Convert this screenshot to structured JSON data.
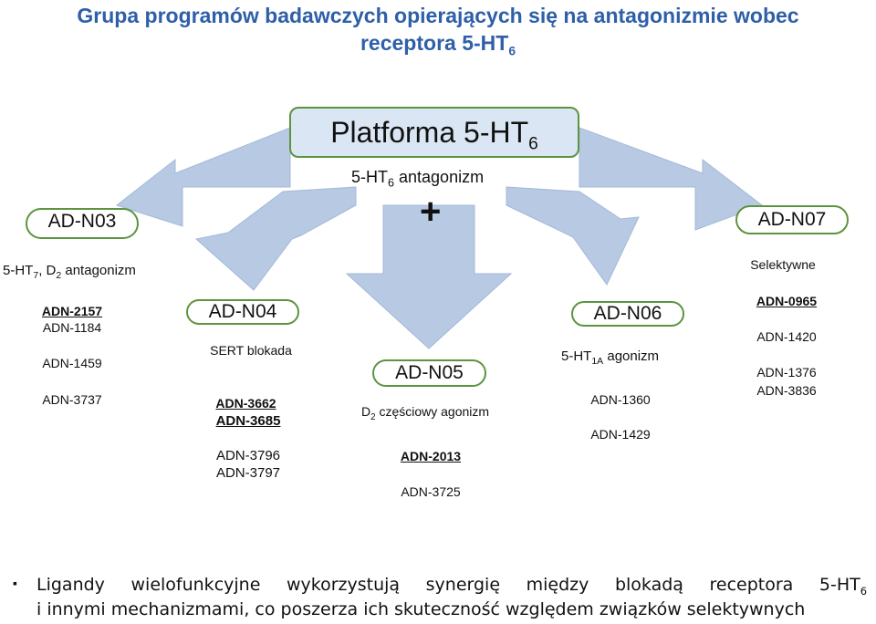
{
  "title": {
    "line1": "Grupa programów badawczych opierających się na antagonizmie wobec",
    "line2_main": "receptora 5-HT",
    "line2_sub": "6"
  },
  "platform": {
    "label_main": "Platforma 5-HT",
    "label_sub": "6"
  },
  "center": {
    "antag_main": "5-HT",
    "antag_sub": "6",
    "antag_rest": " antagonizm",
    "plus": "+"
  },
  "groups": {
    "n03": {
      "name": "AD-N03",
      "desc_a": "5-HT",
      "desc_sub1": "7",
      "desc_b": ", D",
      "desc_sub2": "2",
      "desc_c": " antagonizm",
      "items": [
        "ADN-2157",
        "ADN-1184",
        "ADN-1459",
        "ADN-3737"
      ]
    },
    "n04": {
      "name": "AD-N04",
      "desc": "SERT blokada",
      "items": [
        "ADN-3662",
        "ADN-3685",
        "ADN-3796",
        "ADN-3797"
      ]
    },
    "n05": {
      "name": "AD-N05",
      "desc_a": "D",
      "desc_sub": "2",
      "desc_b": " częściowy agonizm",
      "items": [
        "ADN-2013",
        "ADN-3725"
      ]
    },
    "n06": {
      "name": "AD-N06",
      "desc_a": "5-HT",
      "desc_sub": "1A",
      "desc_b": " agonizm",
      "items": [
        "ADN-1360",
        "ADN-1429"
      ]
    },
    "n07": {
      "name": "AD-N07",
      "desc": "Selektywne",
      "items": [
        "ADN-0965",
        "ADN-1420",
        "ADN-1376",
        "ADN-3836"
      ]
    }
  },
  "footer": {
    "bullet": "▪",
    "line1_main": "Ligandy wielofunkcyjne wykorzystują synergię między blokadą receptora 5-HT",
    "line1_sub": "6",
    "line2": "i innymi mechanizmami, co poszerza ich skuteczność względem związków selektywnych"
  },
  "colors": {
    "title": "#2e5fa8",
    "arrow": "#b7c9e3",
    "border": "#5c9440",
    "platform_fill": "#dbe6f4"
  }
}
